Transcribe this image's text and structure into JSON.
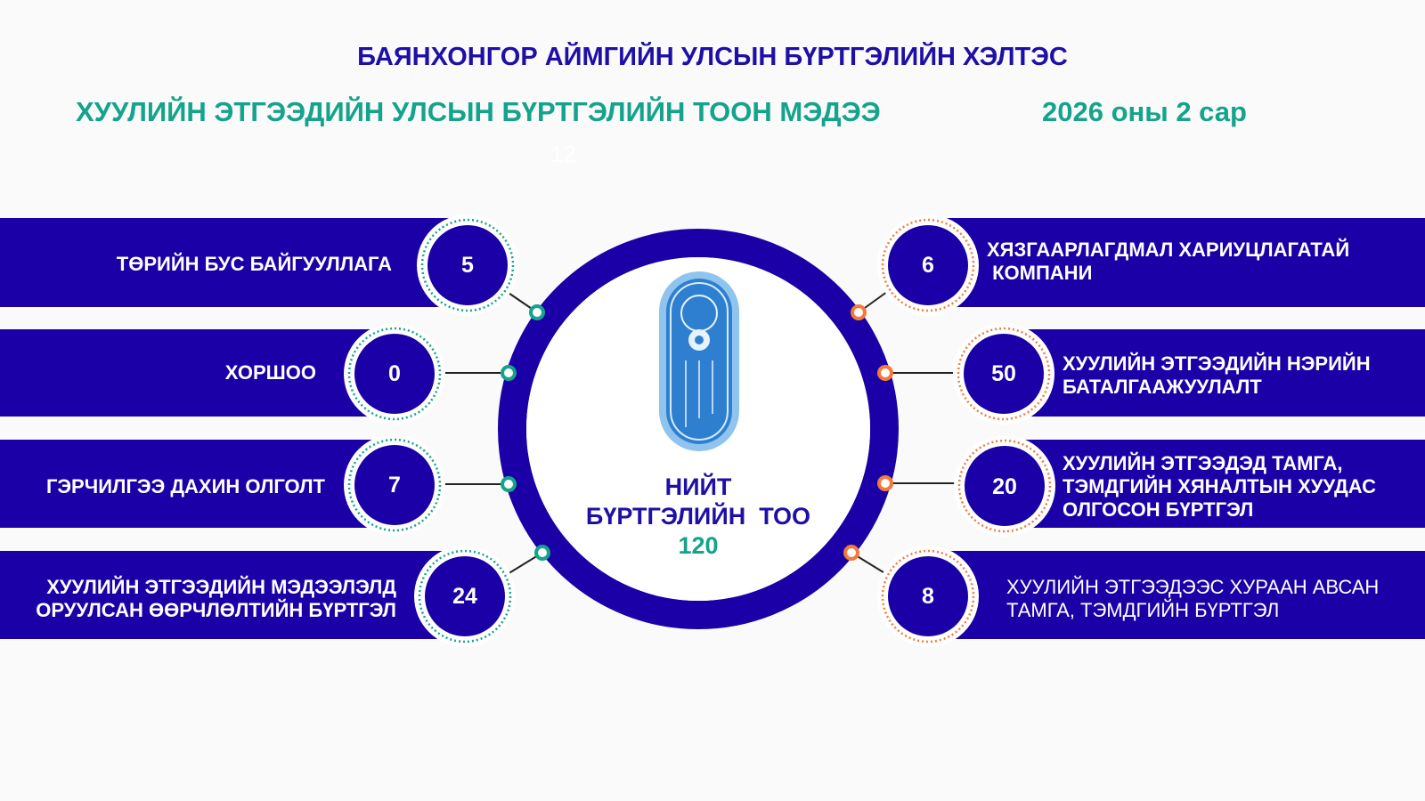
{
  "header": {
    "title": "БАЯНХОНГОР АЙМГИЙН УЛСЫН БҮРТГЭЛИЙН ХЭЛТЭС",
    "subtitle": "ХУУЛИЙН ЭТГЭЭДИЙН УЛСЫН БҮРТГЭЛИЙН ТООН МЭДЭЭ",
    "period": "2026 оны 2 сар",
    "faint_number": "12"
  },
  "center": {
    "line1": "НИЙТ",
    "line2": "БҮРТГЭЛИЙН  ТОО",
    "total": "120"
  },
  "left_items": [
    {
      "label": "ТӨРИЙН БУС БАЙГУУЛЛАГА",
      "value": "5"
    },
    {
      "label": "ХОРШОО",
      "value": "0"
    },
    {
      "label": "ГЭРЧИЛГЭЭ ДАХИН ОЛГОЛТ",
      "value": "7"
    },
    {
      "label_line1": "ХУУЛИЙН ЭТГЭЭДИЙН МЭДЭЭЛЭЛД",
      "label_line2": "ОРУУЛСАН ӨӨРЧЛӨЛТИЙН БҮРТГЭЛ",
      "value": "24"
    }
  ],
  "right_items": [
    {
      "label_line1": "ХЯЗГААРЛАГДМАЛ ХАРИУЦЛАГАТАЙ",
      "label_line2": " КОМПАНИ",
      "value": "6"
    },
    {
      "label_line1": "ХУУЛИЙН ЭТГЭЭДИЙН НЭРИЙН",
      "label_line2": "БАТАЛГААЖУУЛАЛТ",
      "value": "50"
    },
    {
      "label_line1": "ХУУЛИЙН ЭТГЭЭДЭД ТАМГА,",
      "label_line2": "ТЭМДГИЙН ХЯНАЛТЫН ХУУДАС",
      "label_line3": "ОЛГОСОН БҮРТГЭЛ",
      "value": "20"
    },
    {
      "label_line1": "ХУУЛИЙН ЭТГЭЭДЭЭС ХУРААН АВСАН",
      "label_line2": "ТАМГА, ТЭМДГИЙН БҮРТГЭЛ",
      "value": "8"
    }
  ],
  "colors": {
    "navy": "#1a00a6",
    "teal": "#14a38b",
    "orange": "#f47a3a"
  }
}
